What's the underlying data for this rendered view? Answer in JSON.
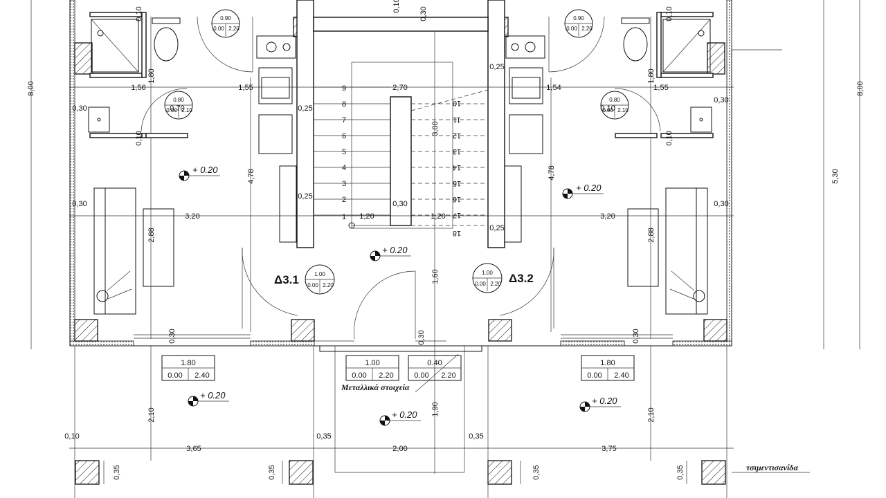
{
  "units": {
    "left": {
      "name": "Δ3.1",
      "door": {
        "w": "1.00",
        "sill": "0.00",
        "h": "2.20"
      }
    },
    "right": {
      "name": "Δ3.2",
      "door": {
        "w": "1.00",
        "sill": "0.00",
        "h": "2.20"
      }
    }
  },
  "tags": {
    "bath_left": {
      "w": "0.90",
      "sill": "0.00",
      "h": "2.20"
    },
    "bath_right": {
      "w": "0.90",
      "sill": "0.00",
      "h": "2.20"
    },
    "hall_left": {
      "w": "0.80",
      "sill": "0.00",
      "h": "2.10"
    },
    "hall_right": {
      "w": "0.80",
      "sill": "0.00",
      "h": "2.10"
    },
    "win_left": {
      "w": "1.80",
      "sill": "0.00",
      "h": "2.40"
    },
    "win_right": {
      "w": "1.80",
      "sill": "0.00",
      "h": "2.40"
    },
    "entry": {
      "w": "1.00",
      "sill": "0.00",
      "h": "2.20"
    },
    "entry2": {
      "w": "0.40",
      "sill": "0.00",
      "h": "2.20"
    }
  },
  "levels": [
    "+ 0.20",
    "+ 0.20",
    "+ 0.20",
    "+ 0.20",
    "+ 0.20",
    "+ 0.20"
  ],
  "stairs": {
    "left_steps": [
      "9",
      "8",
      "7",
      "6",
      "5",
      "4",
      "3",
      "2",
      "1"
    ],
    "right_steps": [
      "10",
      "11",
      "12",
      "13",
      "14",
      "15",
      "16",
      "17",
      "18"
    ]
  },
  "dims": {
    "d_800_l": "8,00",
    "d_800_r": "8,00",
    "d_530": "5,30",
    "d_156": "1,56",
    "d_155a": "1,55",
    "d_270": "2,70",
    "d_154": "1,54",
    "d_155b": "1,55",
    "d_030a": "0,30",
    "d_030b": "0,30",
    "d_030c": "0,30",
    "d_030d": "0,30",
    "d_320a": "3,20",
    "d_320b": "3,20",
    "d_120a": "1,20",
    "d_030e": "0,30",
    "d_120b": "1,20",
    "d_180a": "1,80",
    "d_180b": "1,80",
    "d_478a": "4,78",
    "d_478b": "4,78",
    "d_288a": "2,88",
    "d_288b": "2,88",
    "d_010a": "0,10",
    "d_010b": "0,10",
    "d_010c": "0,10",
    "d_010d": "0,10",
    "d_010e": "0,10",
    "d_025a": "0,25",
    "d_025b": "0,25",
    "d_025c": "0,25",
    "d_025d": "0,25",
    "d_300": "3,00",
    "d_160": "1,60",
    "d_190": "1,90",
    "d_210a": "2,10",
    "d_210b": "2,10",
    "d_030f": "0,30",
    "d_030g": "0,30",
    "d_365": "3,65",
    "d_200": "2,00",
    "d_375": "3,75",
    "d_035a": "0,35",
    "d_035b": "0,35",
    "d_035c": "0,35",
    "d_035d": "0,35",
    "d_035e": "0,35",
    "d_035f": "0,35",
    "d_010f": "0,10",
    "d_top1": "0,10",
    "d_top2": "0,30",
    "d_top3": "0,10",
    "d_top4": "0,70"
  },
  "notes": {
    "metal": "Μεταλλικά στοιχεία",
    "slab": "τσιμεντισανίδα"
  }
}
